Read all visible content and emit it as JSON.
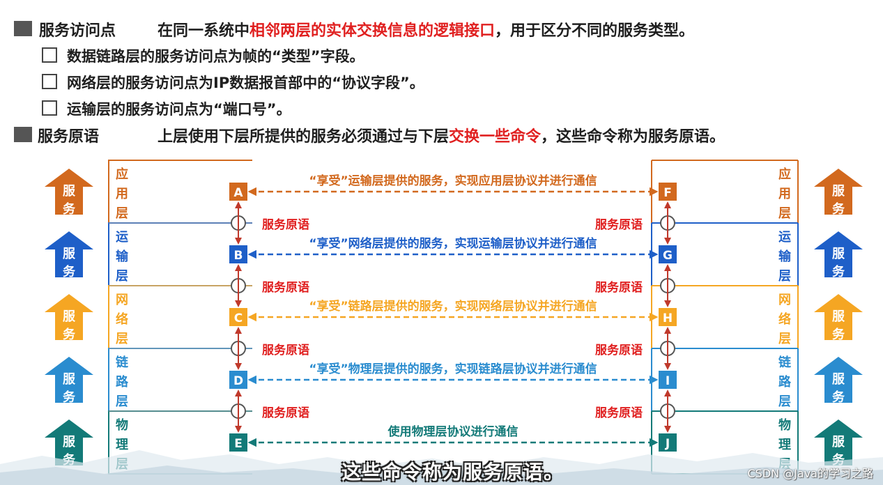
{
  "text": {
    "sap": {
      "title": "服务访问点",
      "desc_pre": "在同一系统中",
      "desc_hl": "相邻两层的实体交换信息的逻辑接口",
      "desc_post": "，用于区分不同的服务类型。",
      "items": [
        "数据链路层的服务访问点为帧的“类型”字段。",
        "网络层的服务访问点为IP数据报首部中的“协议字段”。",
        "运输层的服务访问点为“端口号”。"
      ]
    },
    "primitive": {
      "title": "服务原语",
      "desc_pre": "上层使用下层所提供的服务必须通过与下层",
      "desc_hl": "交换一些命令",
      "desc_post": "，这些命令称为服务原语。"
    },
    "subtitle": "这些命令称为服务原语。",
    "watermark": "CSDN @Java的学习之路"
  },
  "colors": {
    "app": "#d2691e",
    "transport": "#1e5fc8",
    "network": "#f5a623",
    "link": "#2a8ccf",
    "physical": "#137a78",
    "primitive_arrow": "#c0392b",
    "primitive_label": "#e02020",
    "divider": "#9aa0a6"
  },
  "layers": [
    {
      "id": "app",
      "name": [
        "应",
        "用",
        "层"
      ],
      "left": "A",
      "right": "F",
      "arrow_text": [
        "服",
        "务"
      ]
    },
    {
      "id": "transport",
      "name": [
        "运",
        "输",
        "层"
      ],
      "left": "B",
      "right": "G",
      "arrow_text": [
        "服",
        "务"
      ]
    },
    {
      "id": "network",
      "name": [
        "网",
        "络",
        "层"
      ],
      "left": "C",
      "right": "H",
      "arrow_text": [
        "服",
        "务"
      ]
    },
    {
      "id": "link",
      "name": [
        "链",
        "路",
        "层"
      ],
      "left": "D",
      "right": "I",
      "arrow_text": [
        "服",
        "务"
      ]
    },
    {
      "id": "physical",
      "name": [
        "物",
        "理",
        "层"
      ],
      "left": "E",
      "right": "J",
      "arrow_text": [
        "服",
        "务"
      ]
    }
  ],
  "peer_messages": [
    "“享受”运输层提供的服务，实现应用层协议并进行通信",
    "“享受”网络层提供的服务，实现运输层协议并进行通信",
    "“享受”链路层提供的服务，实现网络层协议并进行通信",
    "“享受”物理层提供的服务，实现链路层协议并进行通信",
    "使用物理层协议进行通信"
  ],
  "primitive_label": "服务原语"
}
